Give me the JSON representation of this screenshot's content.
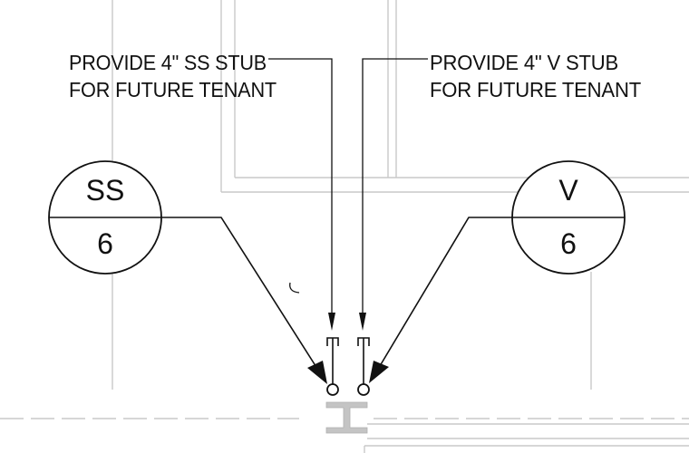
{
  "notes": {
    "left": {
      "line1": "PROVIDE 4\" SS STUB",
      "line2": "FOR FUTURE TENANT"
    },
    "right": {
      "line1": "PROVIDE 4\" V STUB",
      "line2": "FOR FUTURE TENANT"
    }
  },
  "tags": {
    "left": {
      "top": "SS",
      "bottom": "6"
    },
    "right": {
      "top": "V",
      "bottom": "6"
    }
  },
  "colors": {
    "linework": "#111111",
    "background_linework": "#c9c9c9",
    "paper": "#ffffff"
  }
}
